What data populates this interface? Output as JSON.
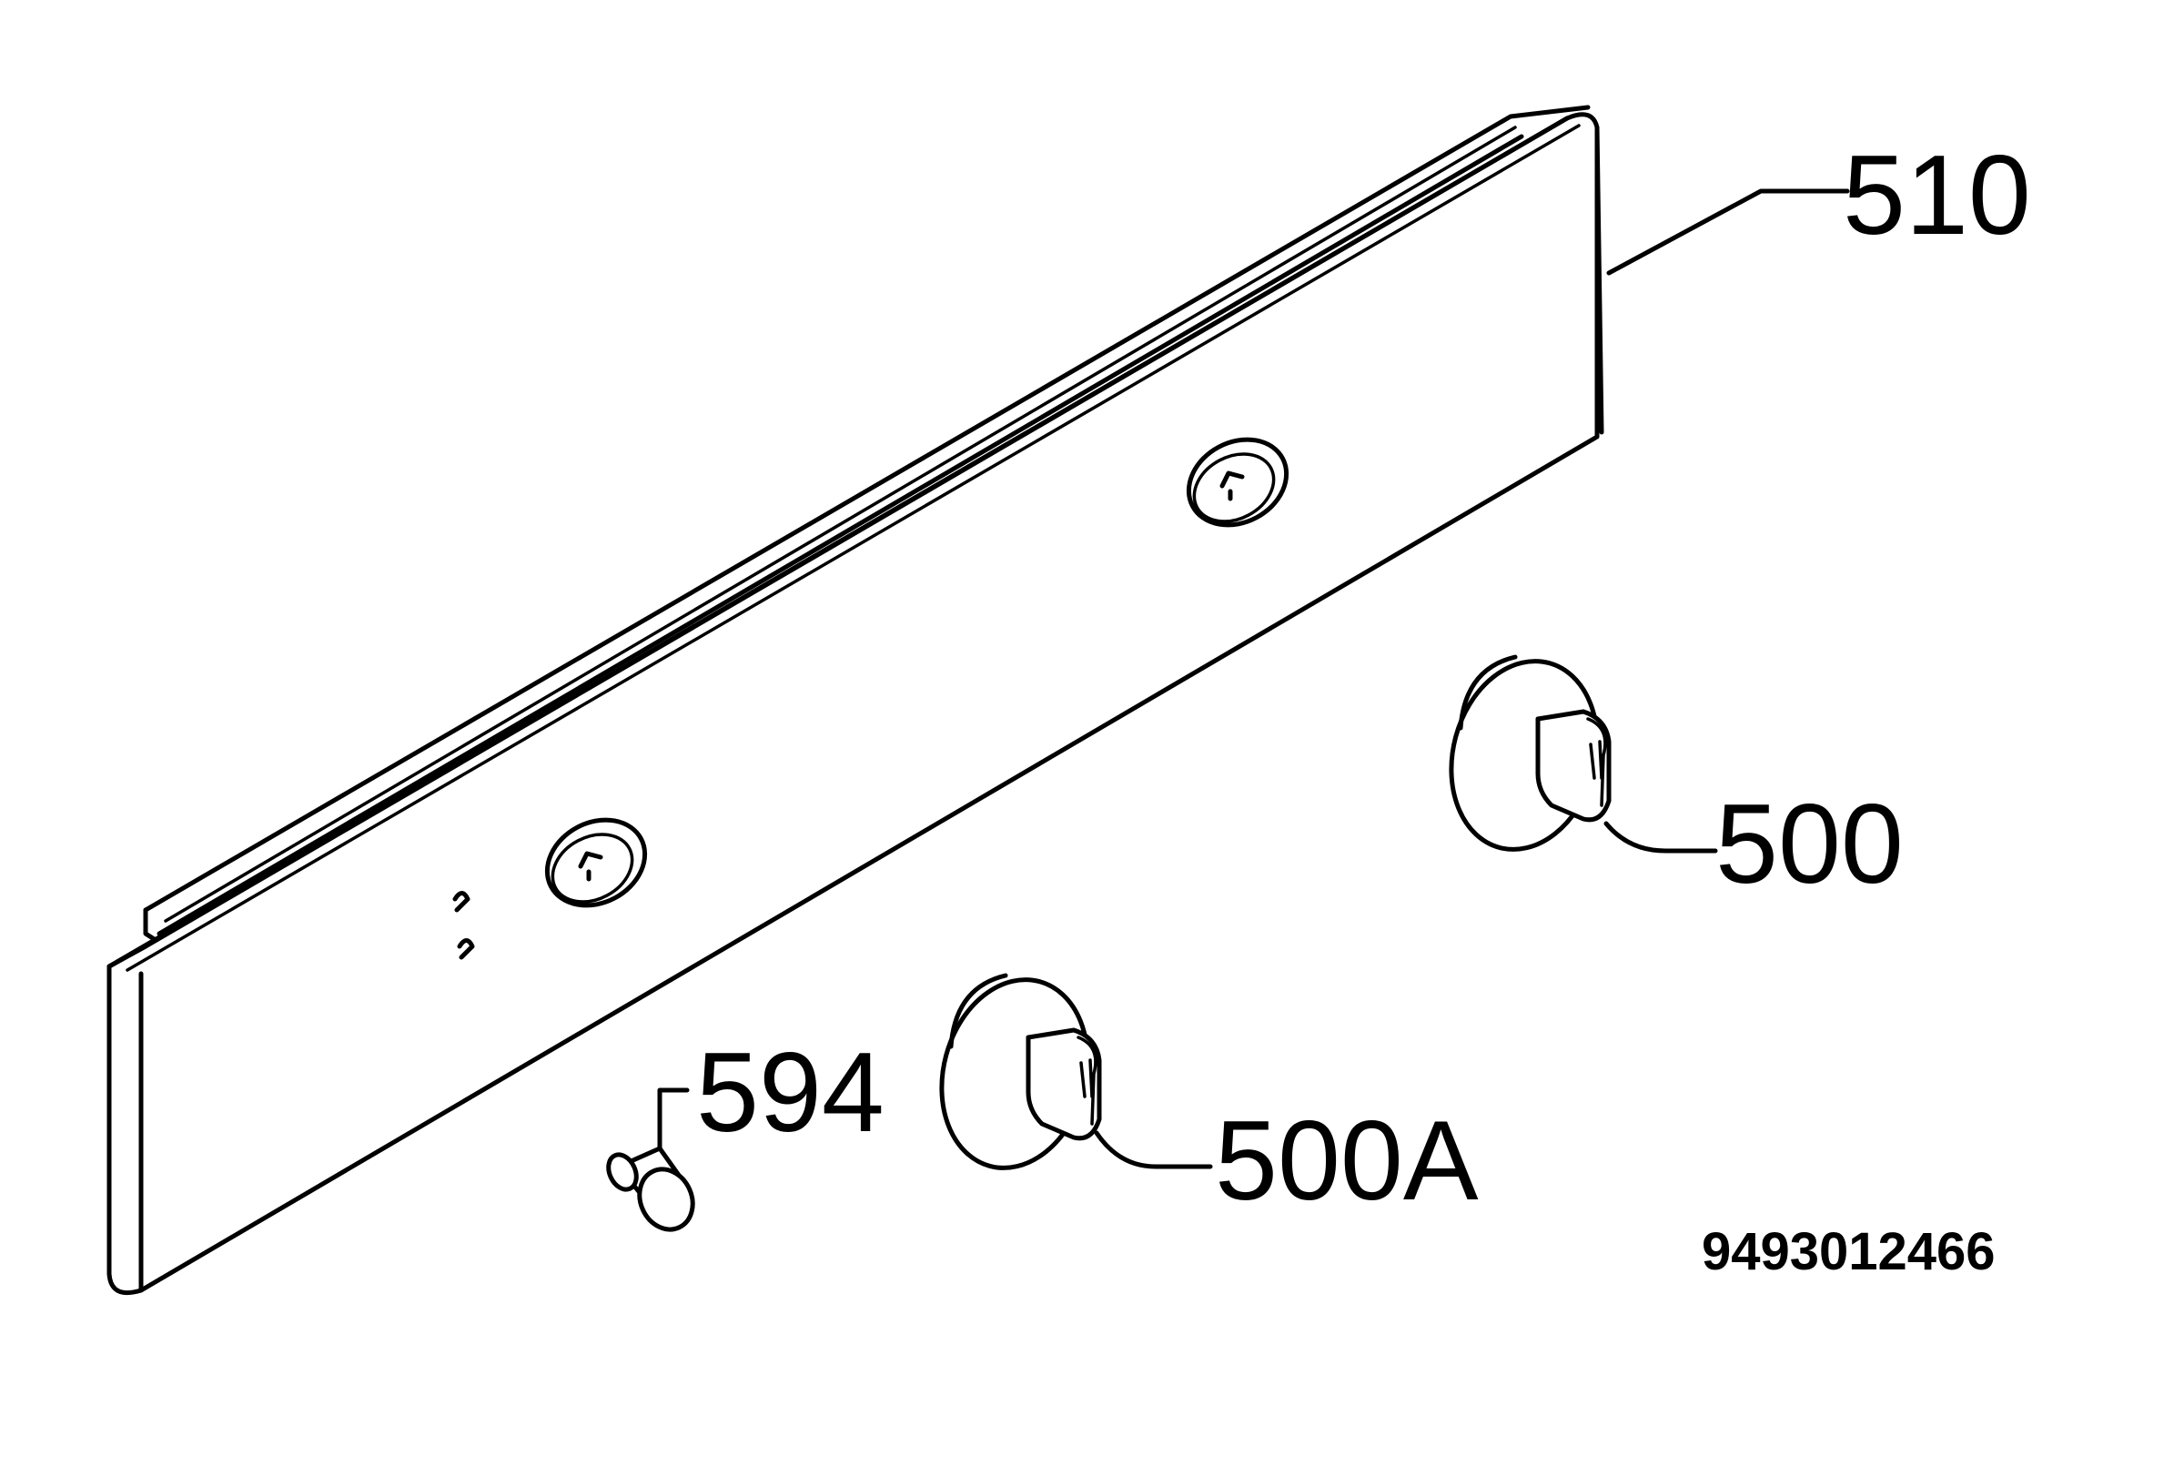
{
  "parts": [
    {
      "id": "panel",
      "label": "510"
    },
    {
      "id": "knob",
      "label": "500"
    },
    {
      "id": "knob-a",
      "label": "500A"
    },
    {
      "id": "screw",
      "label": "594"
    }
  ],
  "drawing_number": "9493012466",
  "colors": {
    "line": "#000000",
    "background": "#ffffff"
  }
}
